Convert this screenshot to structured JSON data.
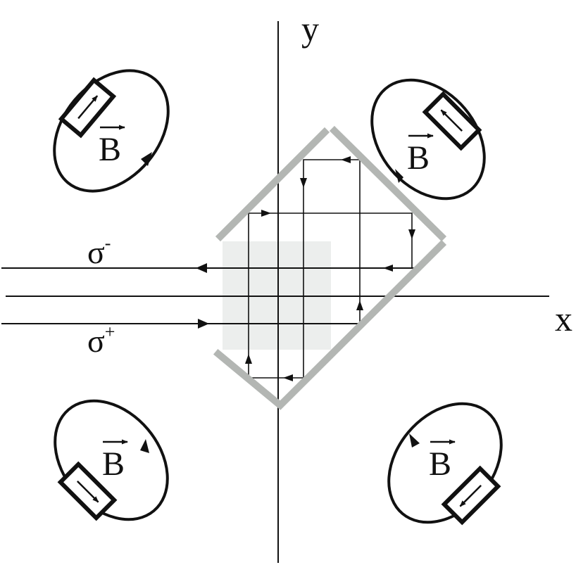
{
  "axes": {
    "x_label": "x",
    "y_label": "y"
  },
  "beams": {
    "upper_label": "σ",
    "upper_sign": "-",
    "lower_label": "σ",
    "lower_sign": "+"
  },
  "magnets": {
    "field_symbol": "B",
    "units": [
      "top-left",
      "top-right",
      "bottom-left",
      "bottom-right"
    ]
  },
  "colors": {
    "ink": "#111111",
    "mirror": "#b3b6b3",
    "overlap_region": "#eceeed"
  }
}
